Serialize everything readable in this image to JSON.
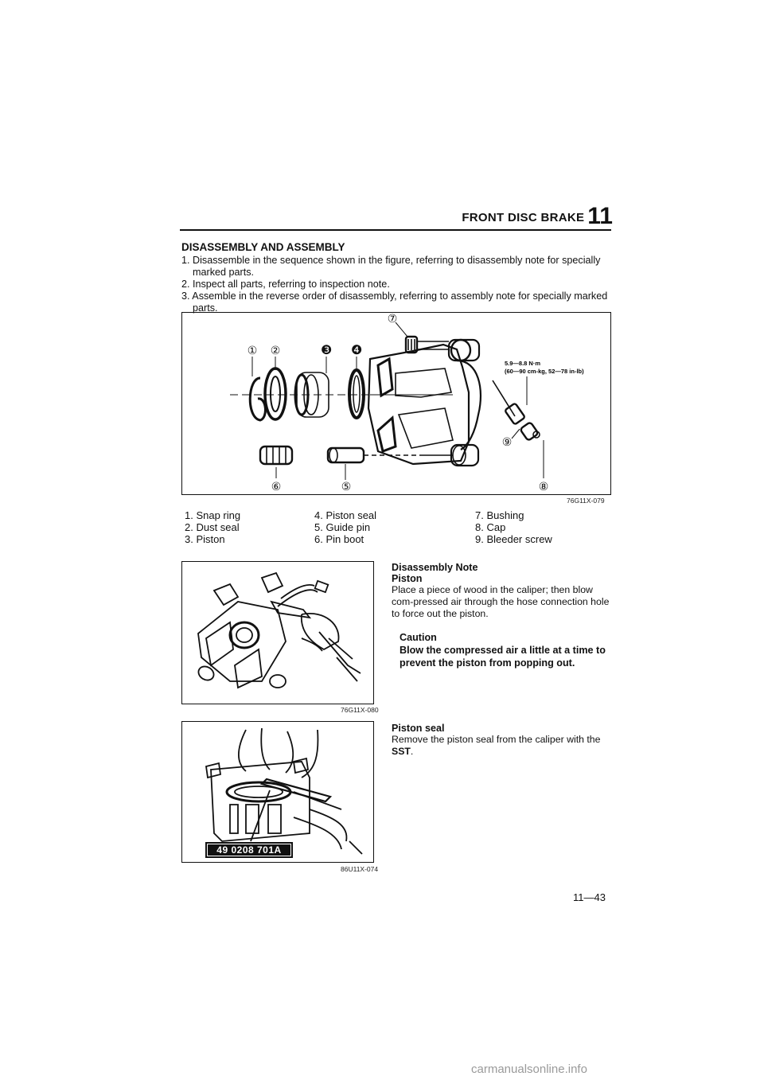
{
  "header": {
    "section_title": "FRONT DISC BRAKE",
    "section_number": "11"
  },
  "intro": {
    "heading": "DISASSEMBLY AND ASSEMBLY",
    "steps": [
      "1. Disassemble in the sequence shown in the figure, referring to disassembly note for specially marked parts.",
      "2. Inspect all parts, referring to inspection note.",
      "3. Assemble in the reverse order of disassembly, referring to assembly note for specially marked parts."
    ]
  },
  "figure1": {
    "callouts": [
      "①",
      "②",
      "❸",
      "❹",
      "⑤",
      "⑥",
      "⑦",
      "⑧",
      "⑨"
    ],
    "torque_line1": "5.9—8.8 N·m",
    "torque_line2": "(60—90 cm-kg, 52—78 in-lb)",
    "code": "76G11X-079"
  },
  "parts_legend": {
    "col1": [
      "1. Snap ring",
      "2. Dust seal",
      "3. Piston"
    ],
    "col2": [
      "4. Piston seal",
      "5. Guide pin",
      "6. Pin boot"
    ],
    "col3": [
      "7. Bushing",
      "8. Cap",
      "9. Bleeder screw"
    ]
  },
  "disassembly_note": {
    "heading": "Disassembly Note",
    "subheading": "Piston",
    "text": "Place a piece of wood in the caliper; then blow com-pressed air through the hose connection hole to force out the piston.",
    "caution_heading": "Caution",
    "caution_text": "Blow the compressed air a little at a time to prevent the piston from popping out.",
    "figure_code": "76G11X-080"
  },
  "piston_seal_note": {
    "heading": "Piston seal",
    "text_before": "Remove the piston seal from the caliper with the ",
    "text_bold": "SST",
    "text_after": ".",
    "sst_number": "49 0208 701A",
    "figure_code": "86U11X-074"
  },
  "footer": {
    "page_number": "11—43",
    "watermark": "carmanualsonline.info"
  }
}
